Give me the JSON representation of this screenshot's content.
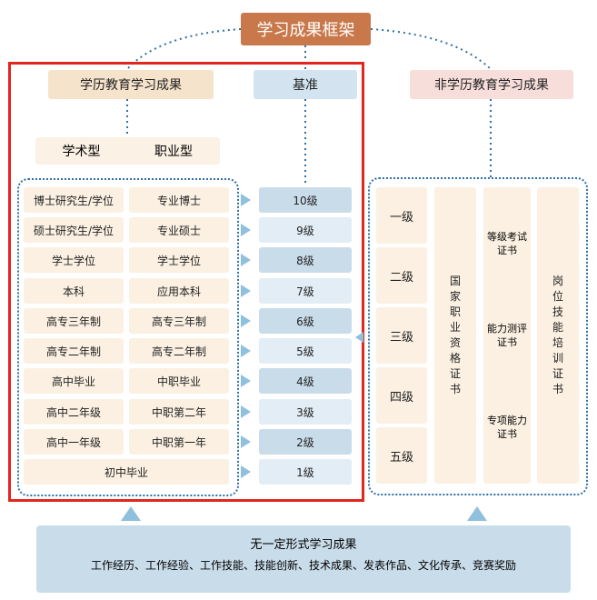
{
  "title": "学习成果框架",
  "academic": {
    "header": "学历教育学习成果",
    "types": [
      "学术型",
      "职业型"
    ],
    "rows": [
      {
        "academic": "博士研究生/学位",
        "vocational": "专业博士"
      },
      {
        "academic": "硕士研究生/学位",
        "vocational": "专业硕士"
      },
      {
        "academic": "学士学位",
        "vocational": "学士学位"
      },
      {
        "academic": "本科",
        "vocational": "应用本科"
      },
      {
        "academic": "高专三年制",
        "vocational": "高专三年制"
      },
      {
        "academic": "高专二年制",
        "vocational": "高专二年制"
      },
      {
        "academic": "高中毕业",
        "vocational": "中职毕业"
      },
      {
        "academic": "高中二年级",
        "vocational": "中职第二年"
      },
      {
        "academic": "高中一年级",
        "vocational": "中职第一年"
      }
    ],
    "last_row": "初中毕业"
  },
  "standard": {
    "header": "基准",
    "levels": [
      "10级",
      "9级",
      "8级",
      "7级",
      "6级",
      "5级",
      "4级",
      "3级",
      "2级",
      "1级"
    ]
  },
  "non_academic": {
    "header": "非学历教育学习成果",
    "grades": [
      "一级",
      "二级",
      "三级",
      "四级",
      "五级"
    ],
    "national_cert": "国家职业资格证书",
    "certs": [
      {
        "line1": "等级考试",
        "line2": "证书"
      },
      {
        "line1": "能力测评",
        "line2": "证书"
      },
      {
        "line1": "专项能力",
        "line2": "证书"
      }
    ],
    "training_cert": "岗位技能培训证书"
  },
  "informal": {
    "title": "无一定形式学习成果",
    "items": "工作经历、工作经验、工作技能、技能创新、技术成果、发表作品、文化传承、竞赛奖励"
  }
}
